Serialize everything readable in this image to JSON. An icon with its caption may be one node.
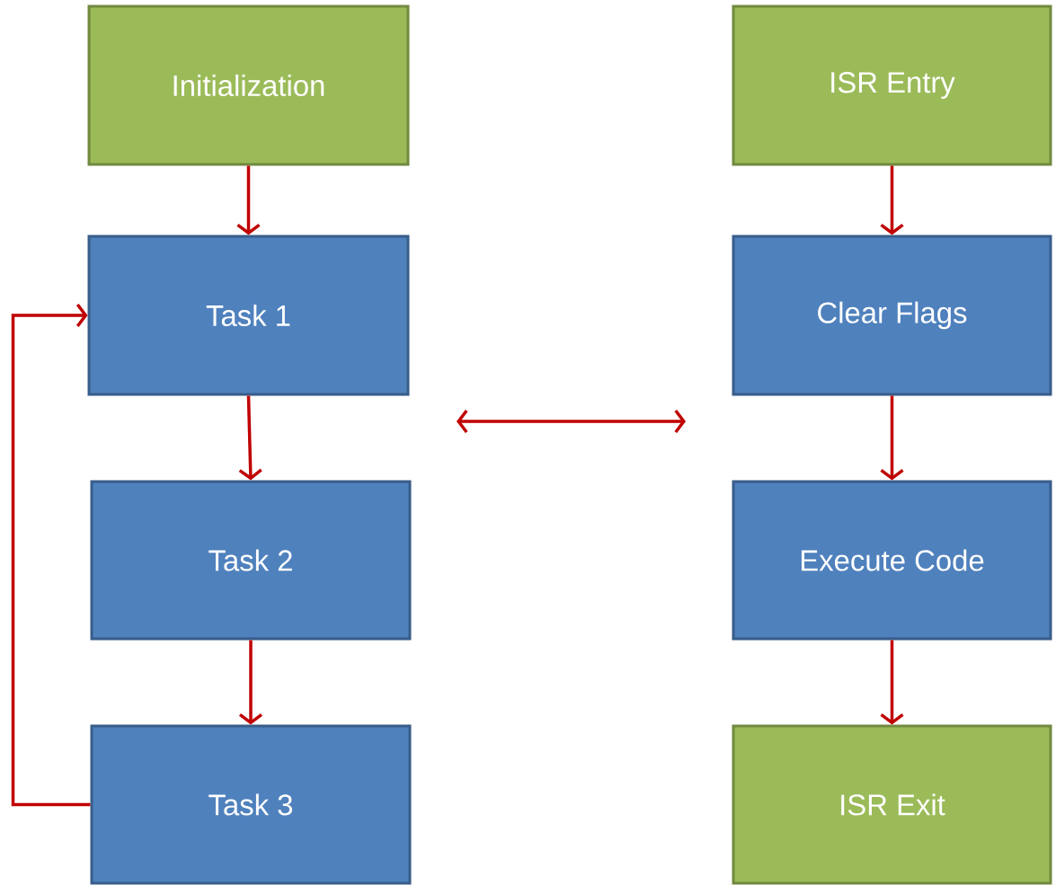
{
  "diagram": {
    "nodes": [
      {
        "text": [
          "Initialization"
        ]
      },
      {
        "text": [
          "Task 1"
        ]
      },
      {
        "text": [
          "Task 2"
        ]
      },
      {
        "text": [
          "Task 3"
        ]
      },
      {
        "text": [
          "ISR Entry"
        ]
      },
      {
        "text": [
          "Clear Flags"
        ]
      },
      {
        "text": [
          "Execute Code"
        ]
      },
      {
        "text": [
          "ISR Exit"
        ]
      }
    ],
    "edges": [
      {
        "from": 0,
        "to": 1,
        "arrow": "to"
      },
      {
        "from": 1,
        "to": 2,
        "arrow": "to"
      },
      {
        "from": 2,
        "to": 3,
        "arrow": "to"
      },
      {
        "from": 3,
        "to": 1,
        "arrow": "to"
      },
      {
        "from": 4,
        "to": 5,
        "arrow": "to"
      },
      {
        "from": 5,
        "to": 6,
        "arrow": "to"
      },
      {
        "from": 6,
        "to": 7,
        "arrow": "to"
      }
    ]
  }
}
